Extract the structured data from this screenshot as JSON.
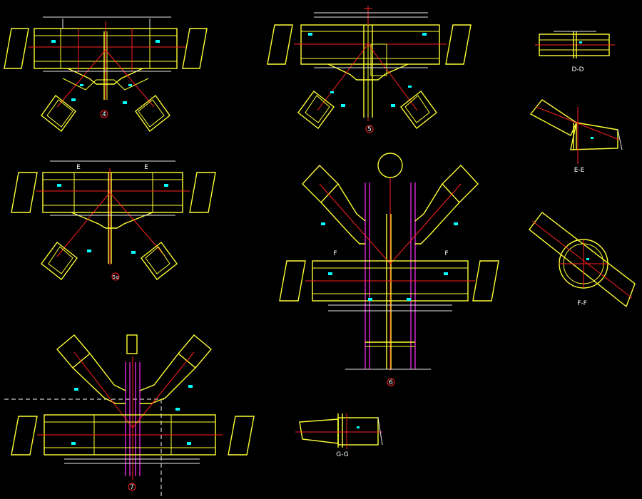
{
  "drawing": {
    "background": "#000000",
    "colors": {
      "outline": "#ffff33",
      "centerline": "#ff2020",
      "weld": "#00ffff",
      "column": "#ff33ff",
      "dimension": "#e8e8e8"
    }
  },
  "details": [
    {
      "id": "detail-4",
      "label": "4"
    },
    {
      "id": "detail-5",
      "label": "5"
    },
    {
      "id": "detail-5a",
      "label": "5a"
    },
    {
      "id": "detail-6",
      "label": "6"
    },
    {
      "id": "detail-7",
      "label": "7"
    }
  ],
  "sections": [
    {
      "id": "section-dd",
      "label": "D-D"
    },
    {
      "id": "section-ee",
      "label": "E-E"
    },
    {
      "id": "section-ff",
      "label": "F-F"
    },
    {
      "id": "section-gg",
      "label": "G-G"
    }
  ],
  "section_marks": {
    "e_left": "E",
    "e_right": "E",
    "f_left": "F",
    "f_right": "F"
  }
}
